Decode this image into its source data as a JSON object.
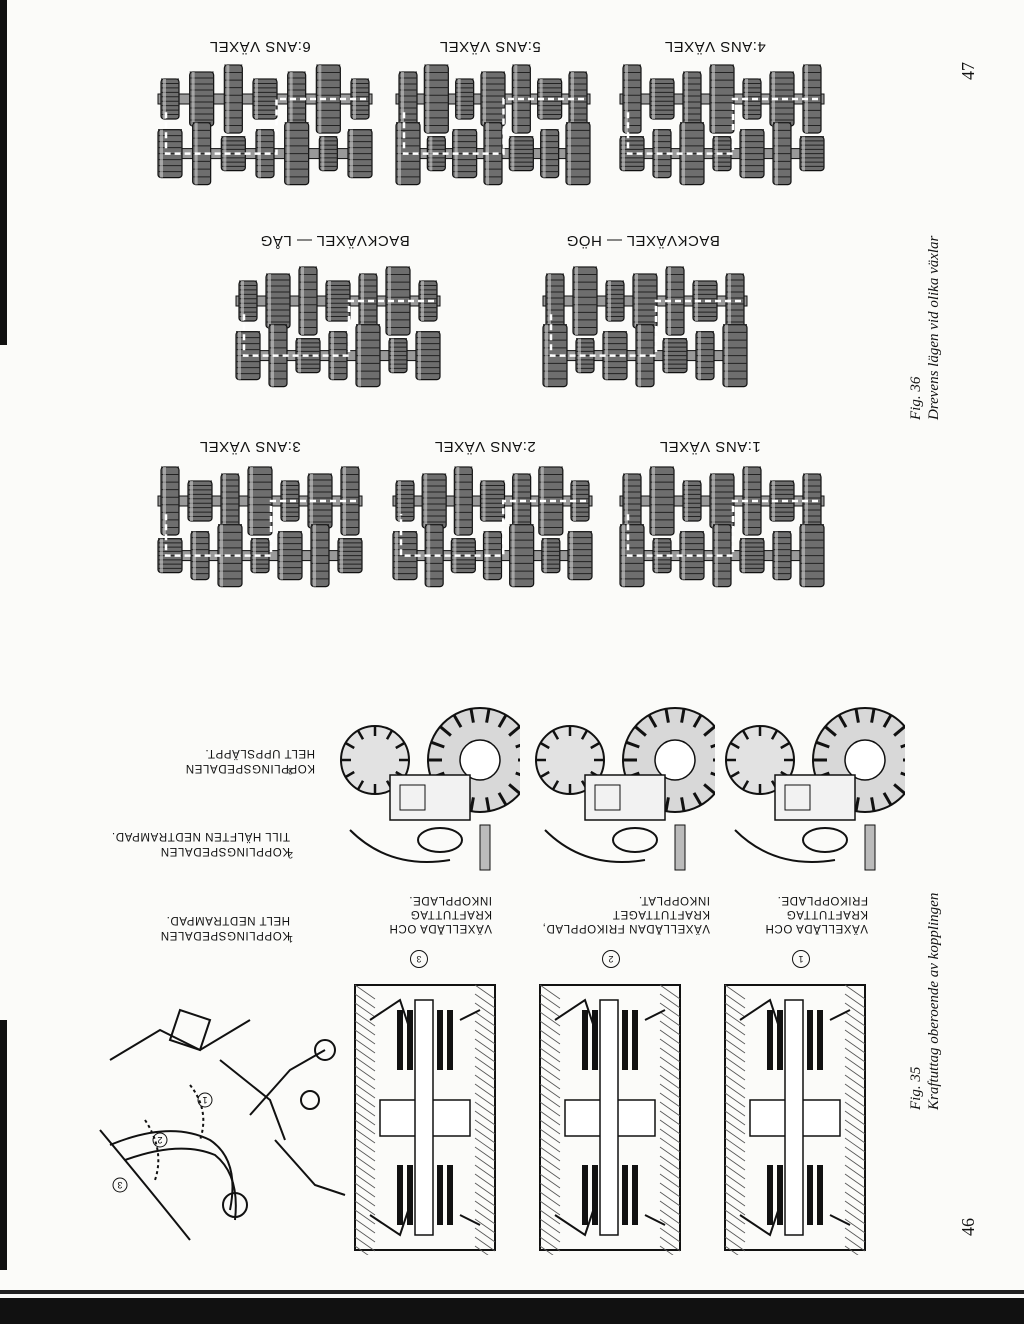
{
  "page_numbers": {
    "left": "46",
    "right": "47"
  },
  "fig35": {
    "label": "Fig. 35",
    "caption": "Kraftuttag oberoende av kopplingen",
    "clutch_states": [
      {
        "marker": "1",
        "lines": [
          "VÄXELLÅDA OCH",
          "KRAFTUTTAG",
          "FRIKOPPLADE."
        ]
      },
      {
        "marker": "2",
        "lines": [
          "VÄXELLÅDAN FRIKOPPLAD,",
          "KRAFTUTTAGET",
          "INKOPPLAT."
        ]
      },
      {
        "marker": "3",
        "lines": [
          "VÄXELLÅDA OCH",
          "KRAFTUTTAG",
          "INKOPPLADE."
        ]
      }
    ],
    "pedal_positions": [
      {
        "marker": "1",
        "lines": [
          "KOPPLINGSPEDALEN",
          "HELT NEDTRAMPAD."
        ]
      },
      {
        "marker": "2",
        "lines": [
          "KOPPLINGSPEDALEN",
          "TILL HÄLFTEN NEDTRAMPAD."
        ]
      },
      {
        "marker": "3",
        "lines": [
          "KOPPLINGSPEDALEN",
          "HELT UPPSLÄPPT."
        ]
      }
    ],
    "pedal_diagram_markers": [
      "1",
      "2",
      "3"
    ]
  },
  "fig36": {
    "label": "Fig. 36",
    "caption": "Drevens lägen vid olika växlar",
    "gears": {
      "g1": "1:ANS VÄXEL",
      "g2": "2:ANS VÄXEL",
      "g3": "3:ANS VÄXEL",
      "rev_high": "BACKVÄXEL — HÖG",
      "rev_low": "BACKVÄXEL — LÅG",
      "g4": "4:ANS VÄXEL",
      "g5": "5:ANS VÄXEL",
      "g6": "6:ANS VÄXEL"
    }
  },
  "colors": {
    "ink": "#111111",
    "paper": "#fbfbf9",
    "gear_gray": "#7a7a7a"
  }
}
